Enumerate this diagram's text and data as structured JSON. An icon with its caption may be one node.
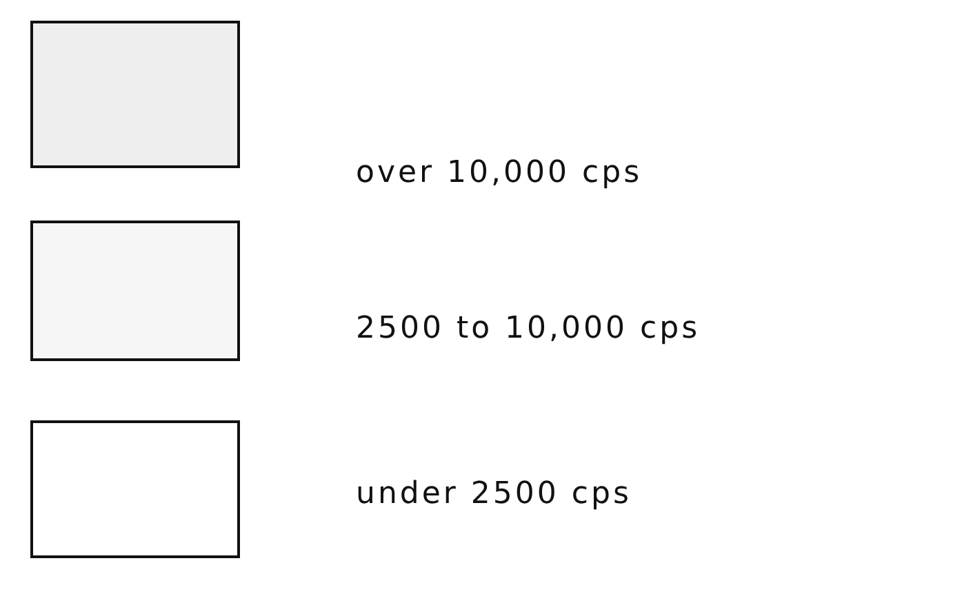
{
  "diagram": {
    "legend": [
      {
        "text": "over 10,000 cps",
        "color": "#eeeeee"
      },
      {
        "text": "2500 to 10,000 cps",
        "color": "#f6f6f6"
      },
      {
        "text": "under 2500 cps",
        "color": "#ffffff"
      }
    ]
  }
}
